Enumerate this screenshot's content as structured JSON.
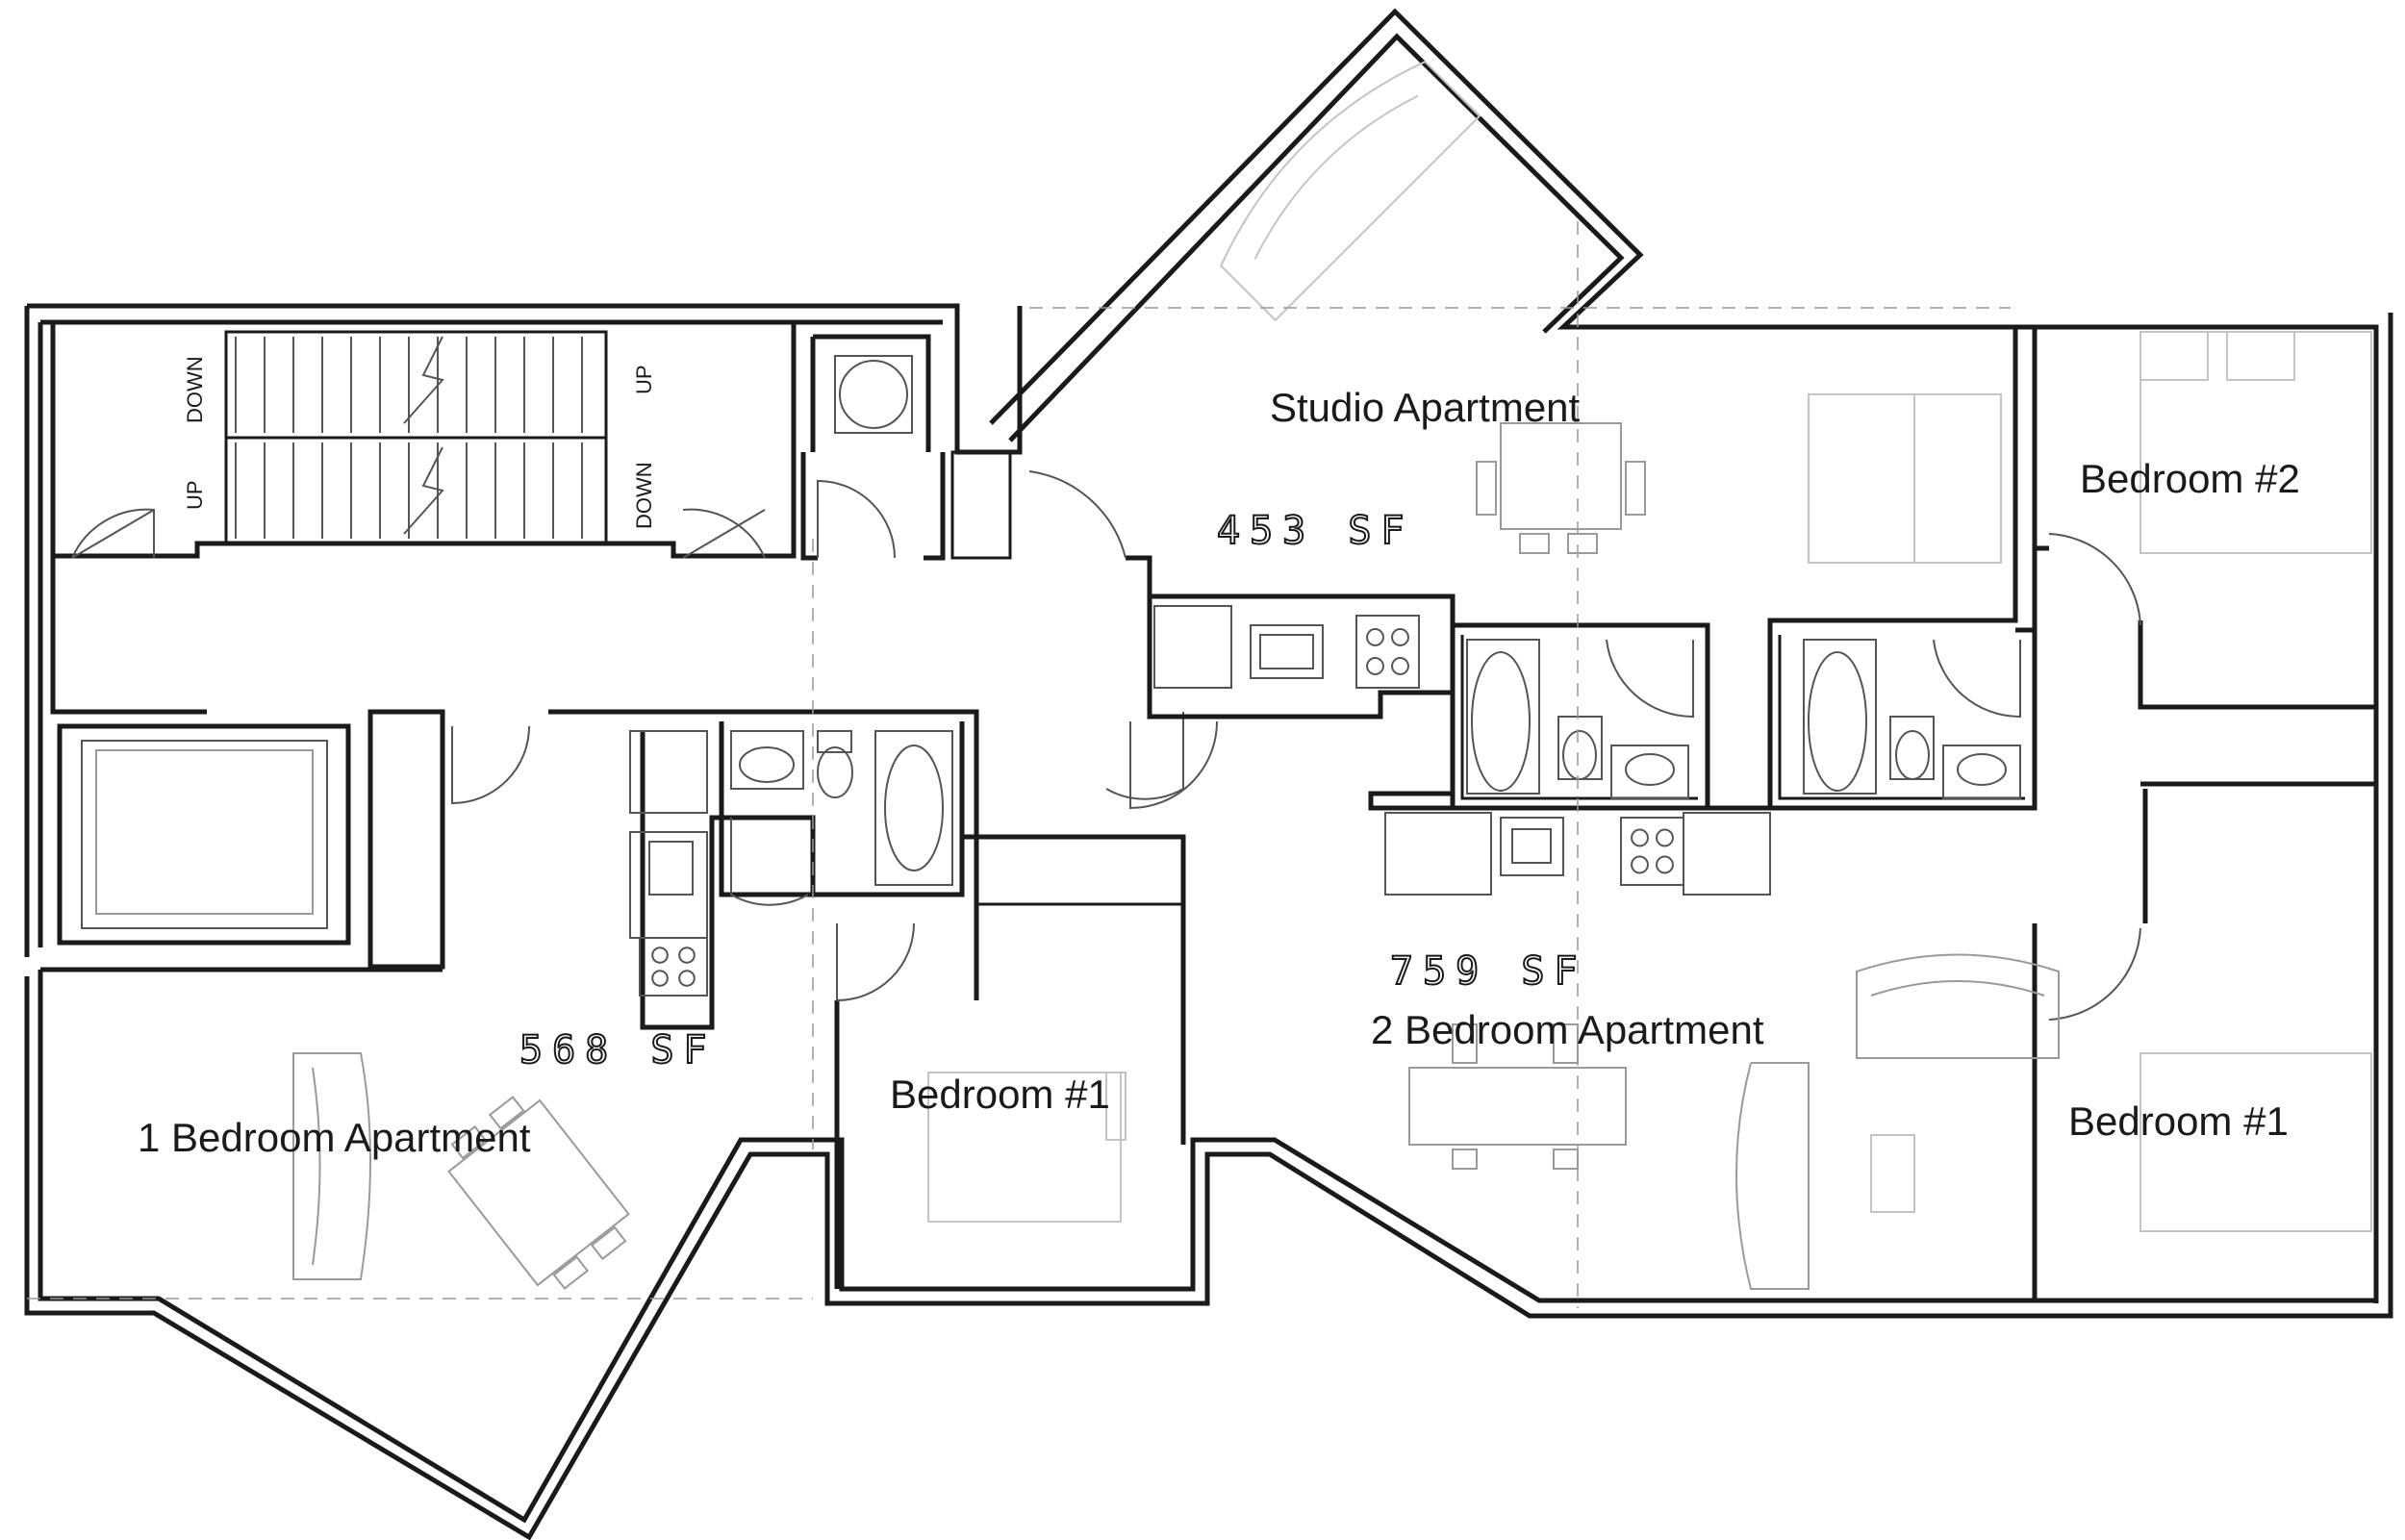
{
  "rooms": {
    "studio": {
      "name": "Studio Apartment",
      "area": "453 SF"
    },
    "one_bed": {
      "name": "1 Bedroom Apartment",
      "area": "568 SF",
      "bedroom": "Bedroom #1"
    },
    "two_bed": {
      "name": "2 Bedroom Apartment",
      "area": "759 SF",
      "bedroom1": "Bedroom #1",
      "bedroom2": "Bedroom #2"
    }
  },
  "stairs": {
    "up": "UP",
    "down": "DOWN"
  }
}
